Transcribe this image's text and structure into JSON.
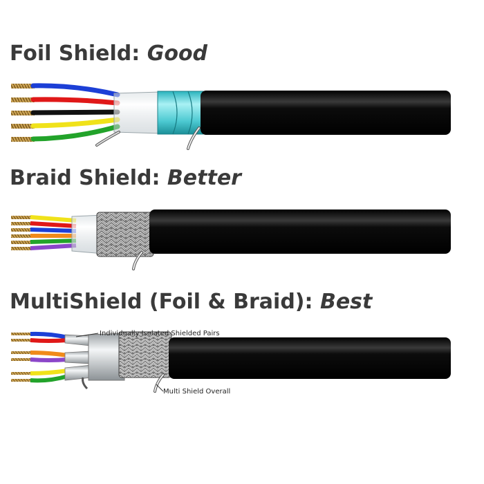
{
  "cables": [
    {
      "name": "Foil Shield",
      "rating": "Good"
    },
    {
      "name": "Braid Shield",
      "rating": "Better"
    },
    {
      "name": "MultiShield (Foil & Braid)",
      "rating": "Best"
    }
  ],
  "callouts": {
    "pairs": "Individually Isolated Shielded Pairs",
    "overall": "Multi Shield Overall"
  },
  "colors": {
    "jacket": "#111111",
    "foil": "#6fd6dc",
    "wire_blue": "#1c3fd6",
    "wire_red": "#e01818",
    "wire_black": "#111111",
    "wire_yellow": "#f0e21a",
    "wire_green": "#22a32a",
    "wire_orange": "#f08a1a",
    "wire_purple": "#8b46c9",
    "copper": "#b58a3c"
  }
}
